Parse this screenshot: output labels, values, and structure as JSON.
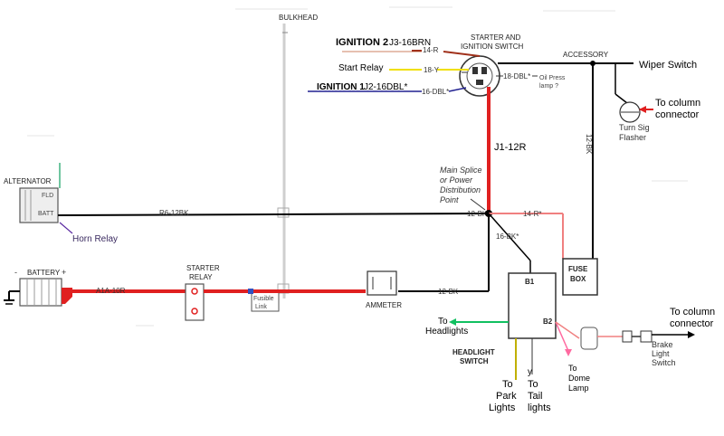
{
  "colors": {
    "battery_feed": "#e02020",
    "power_feed": "#000000",
    "ignition2": "#a0301a",
    "start_relay": "#f0e000",
    "ignition1": "#202090",
    "headlight_feed": "#f08080",
    "horn_relay": "#5a2aa0",
    "headlights": "#10c060",
    "park_lights": "#c0b000",
    "dome_lamp": "#ff6aa0"
  },
  "labels": {
    "bulkhead": "BULKHEAD",
    "starter_switch": "STARTER AND",
    "starter_switch2": "IGNITION SWITCH",
    "ignition2": "IGNITION 2",
    "ignition2_code": "J3-16BRN",
    "start_relay": "Start Relay",
    "ignition1": "IGNITION 1",
    "ignition1_code": "J2-16DBL*",
    "wire_14r": "14-R",
    "wire_18y": "18-Y",
    "wire_16dbl_a": "16-DBL*",
    "wire_18dbl": "18-DBL*",
    "oil_press1": "Oil Press",
    "oil_press2": "lamp ?",
    "accessory": "ACCESSORY",
    "wiper_switch": "Wiper Switch",
    "to_column1": "To column",
    "connector1": "connector",
    "wire_12bk_acc": "12-BK",
    "turn_sig1": "Turn Sig",
    "turn_sig2": "Flasher",
    "j1": "J1-12R",
    "splice1": "Main Splice",
    "splice2": "or Power",
    "splice3": "Distribution",
    "splice4": "Point",
    "alternator": "ALTERNATOR",
    "fld": "FLD",
    "batt_term": "BATT",
    "wire_r6": "R6-12BK",
    "wire_12bk_main": "12-BK",
    "wire_14r_star": "14-R*",
    "wire_16bk": "16-BK*",
    "horn_relay": "Horn Relay",
    "battery": "BATTERY",
    "wire_a1a": "A1A-10R",
    "starter_relay1": "STARTER",
    "starter_relay2": "RELAY",
    "fusible1": "Fusible",
    "fusible2": "Link",
    "ammeter": "AMMETER",
    "wire_12bk_amm": "12-BK",
    "b1": "B1",
    "b2": "B2",
    "fuse1": "FUSE",
    "fuse2": "BOX",
    "headlight1": "HEADLIGHT",
    "headlight2": "SWITCH",
    "to_headlights1": "To",
    "to_headlights2": "Headlights",
    "park1": "To",
    "park2": "Park",
    "park3": "Lights",
    "tail1": "To",
    "tail2": "Tail",
    "tail3": "lights",
    "dome1": "To",
    "dome2": "Dome",
    "dome3": "Lamp",
    "brake1": "Brake",
    "brake2": "Light",
    "brake3": "Switch",
    "to_column2": "To column",
    "connector2": "connector"
  }
}
